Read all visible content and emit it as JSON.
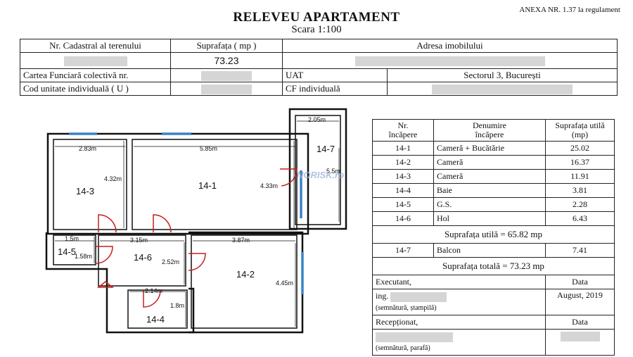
{
  "annex": "ANEXA NR. 1.37 la regulament",
  "title": "RELEVEU APARTAMENT",
  "scale": "Scara 1:100",
  "header": {
    "cadastral_label": "Nr. Cadastral al terenului",
    "area_label": "Suprafața ( mp )",
    "address_label": "Adresa imobilului",
    "area_value": "73.23",
    "cf_collective_label": "Cartea Funciară colectivă nr.",
    "uat_label": "UAT",
    "uat_value": "Sectorul 3, București",
    "unit_code_label": "Cod unitate individuală ( U )",
    "cf_individual_label": "CF individuală"
  },
  "rooms_table": {
    "col_nr": "Nr.\nîncăpere",
    "col_name": "Denumire\nîncăpere",
    "col_area": "Suprafața utilă\n(mp)",
    "rows": [
      {
        "nr": "14-1",
        "name": "Cameră + Bucătărie",
        "area": "25.02"
      },
      {
        "nr": "14-2",
        "name": "Cameră",
        "area": "16.37"
      },
      {
        "nr": "14-3",
        "name": "Cameră",
        "area": "11.91"
      },
      {
        "nr": "14-4",
        "name": "Baie",
        "area": "3.81"
      },
      {
        "nr": "14-5",
        "name": "G.S.",
        "area": "2.28"
      },
      {
        "nr": "14-6",
        "name": "Hol",
        "area": "6.43"
      }
    ],
    "useful_total": "Suprafața utilă = 65.82 mp",
    "balcony": {
      "nr": "14-7",
      "name": "Balcon",
      "area": "7.41"
    },
    "grand_total": "Suprafața totală = 73.23 mp",
    "executant_label": "Executant,",
    "date_label": "Data",
    "executant_prefix": "ing.",
    "executant_sign": "(semnătură, ștampilă)",
    "executant_date": "August, 2019",
    "receptionat_label": "Recepționat,",
    "receptionat_sign": "(semnătură, parafă)"
  },
  "plan": {
    "rooms": {
      "r1": "14-1",
      "r2": "14-2",
      "r3": "14-3",
      "r4": "14-4",
      "r5": "14-5",
      "r6": "14-6",
      "r7": "14-7"
    },
    "dims": {
      "d1": "2.83m",
      "d2": "4.32m",
      "d3": "5.85m",
      "d4": "4.33m",
      "d5": "2.05m",
      "d6": "5.5m",
      "d7": "1.5m",
      "d8": "1.58m",
      "d9": "3.15m",
      "d10": "2.52m",
      "d11": "3.87m",
      "d12": "4.45m",
      "d13": "2.14m",
      "d14": "1.8m"
    }
  },
  "watermark": "NORISK.ro"
}
